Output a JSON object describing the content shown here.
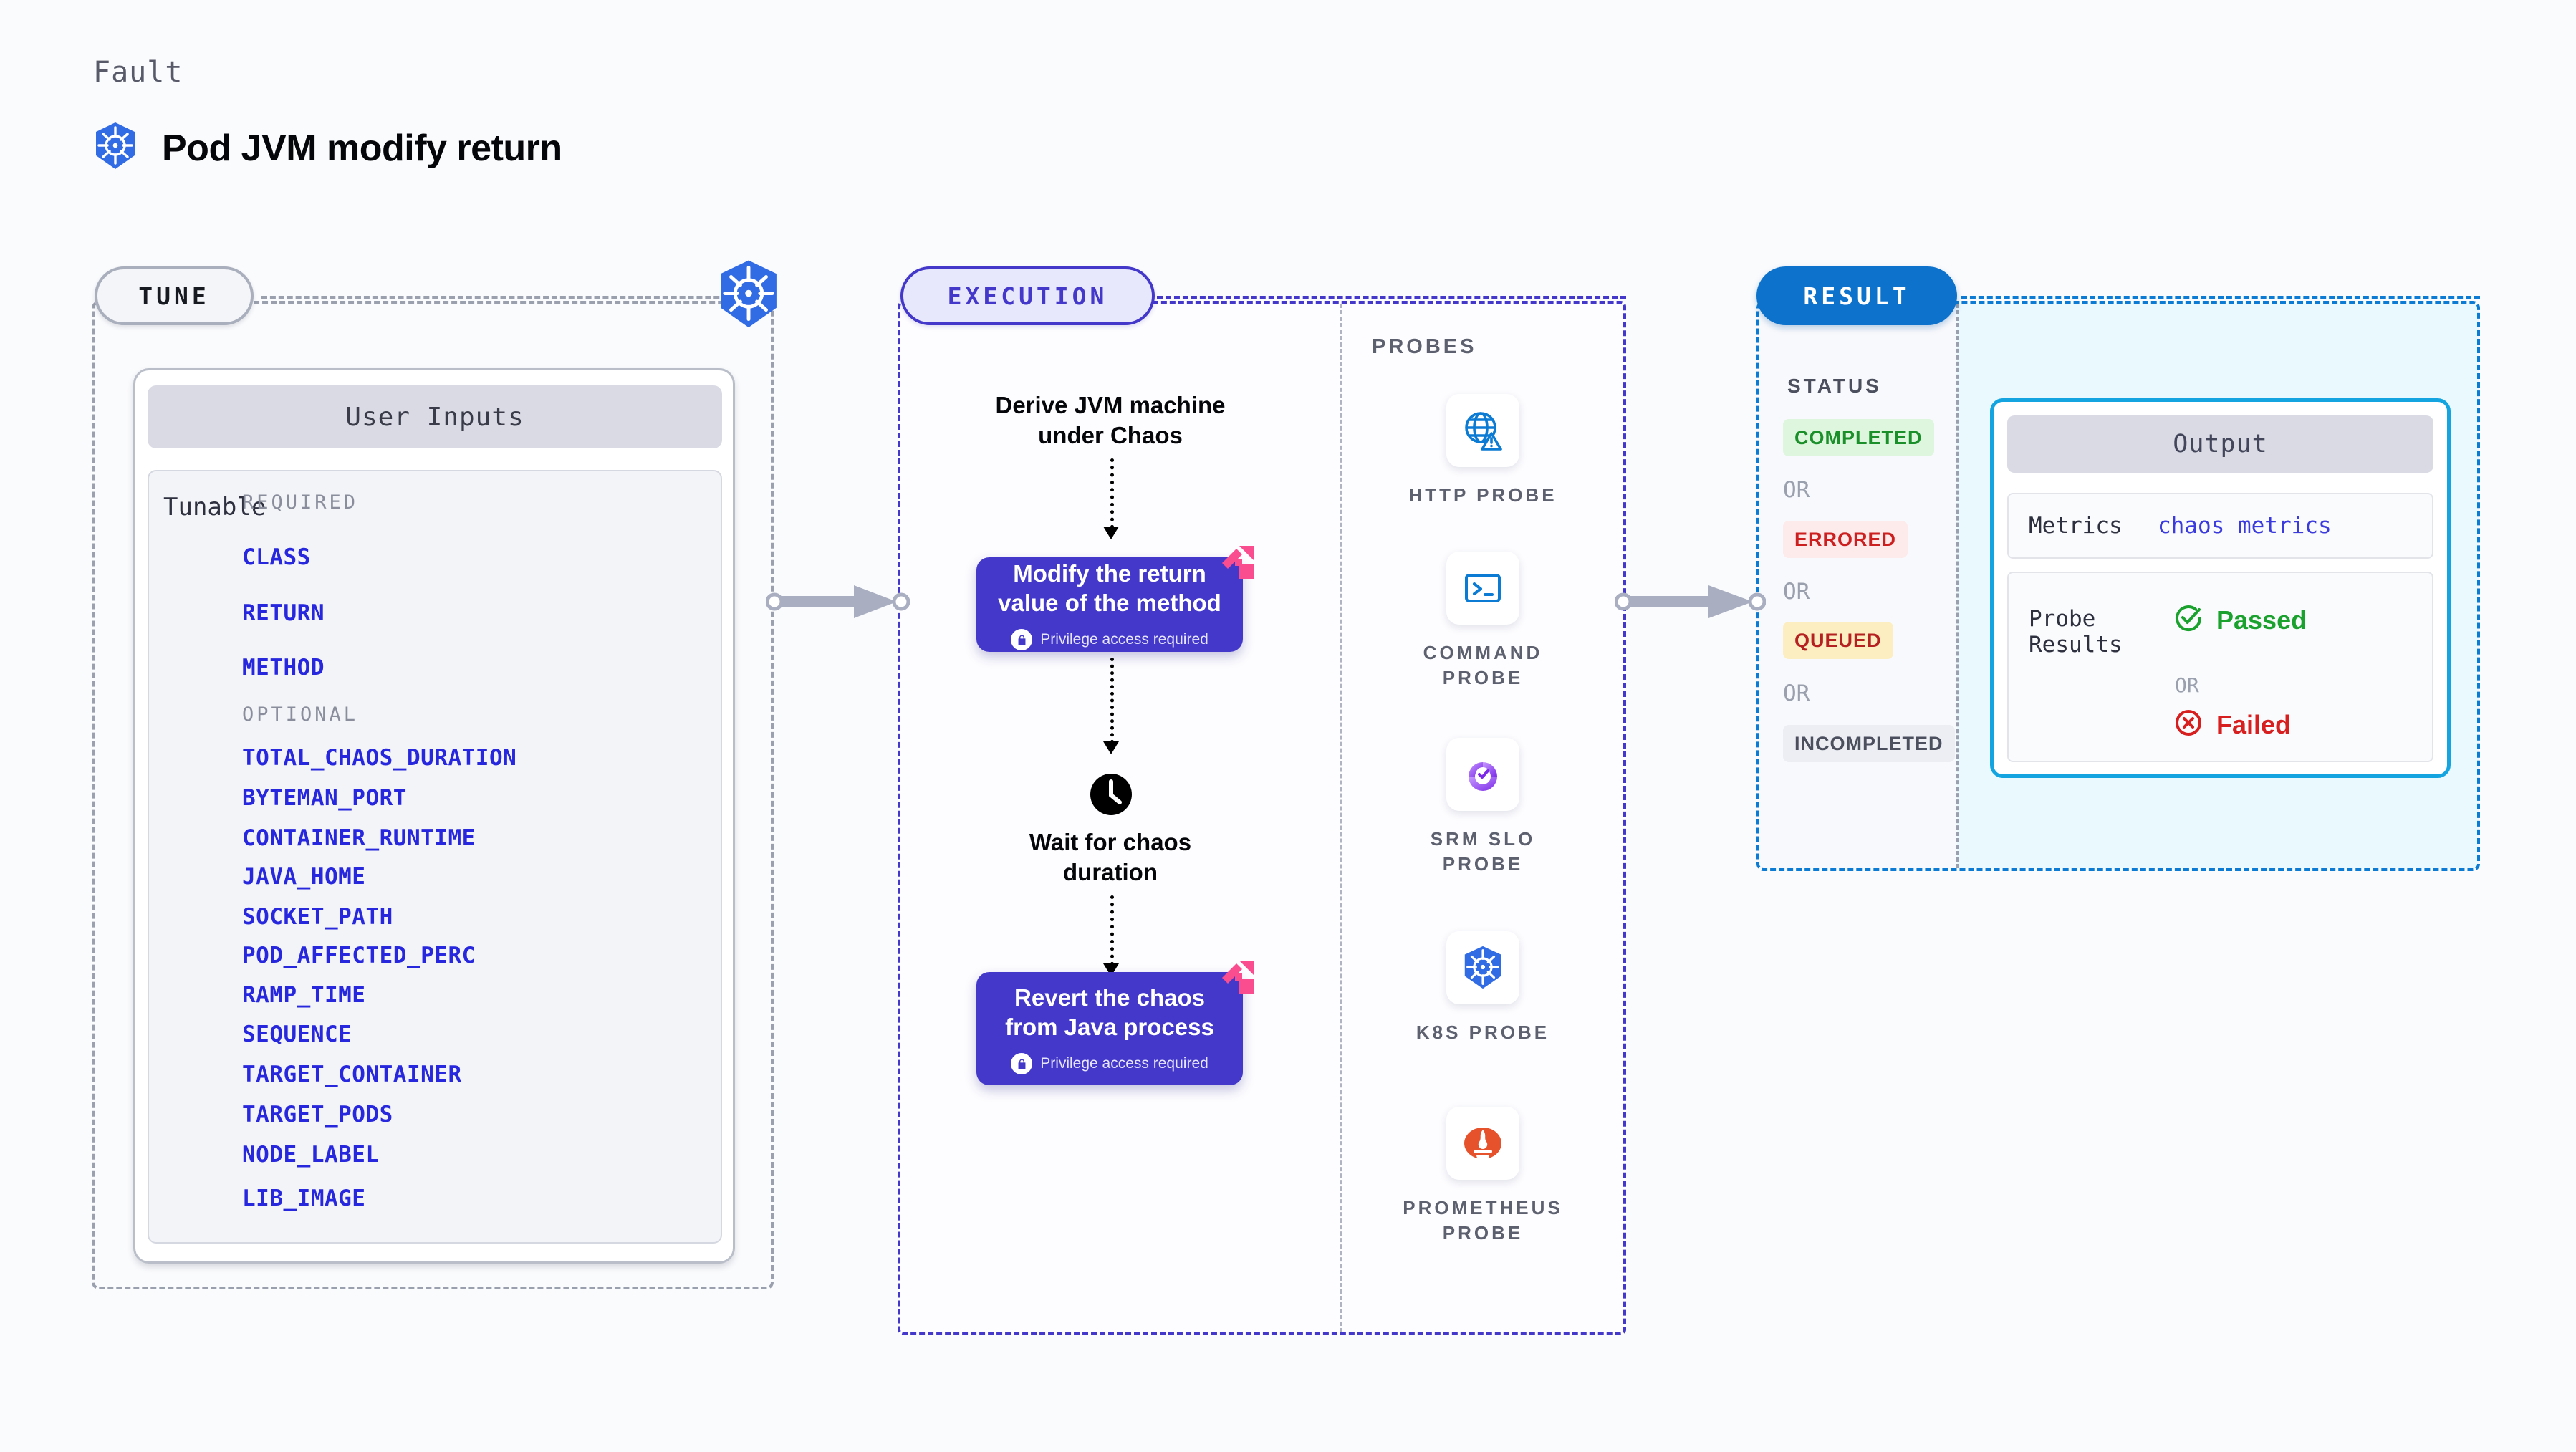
{
  "header": {
    "kicker": "Fault",
    "title": "Pod JVM modify return",
    "logo_icon": "kubernetes-icon"
  },
  "colors": {
    "accent_purple": "#4338ca",
    "accent_blue": "#0d72cc",
    "output_border": "#14a5e0",
    "param_text": "#2727dd",
    "pink_badge": "#fa4d8f",
    "status_completed": "#1a8f2a",
    "status_errored": "#cc1f1f",
    "status_queued": "#b52020",
    "status_incompleted": "#4c4f5e"
  },
  "tune": {
    "pill_label": "TUNE",
    "card_title": "User Inputs",
    "tunable_label": "Tunable",
    "groups": [
      {
        "heading": "REQUIRED",
        "params": [
          "CLASS",
          "RETURN",
          "METHOD"
        ]
      },
      {
        "heading": "OPTIONAL",
        "params": [
          "TOTAL_CHAOS_DURATION",
          "BYTEMAN_PORT",
          "CONTAINER_RUNTIME",
          "JAVA_HOME",
          "SOCKET_PATH",
          "POD_AFFECTED_PERC",
          "RAMP_TIME",
          "SEQUENCE",
          "TARGET_CONTAINER",
          "TARGET_PODS",
          "NODE_LABEL",
          "LIB_IMAGE"
        ]
      }
    ]
  },
  "execution": {
    "pill_label": "EXECUTION",
    "step1_title": "Derive JVM machine\nunder Chaos",
    "step1_line1": "Derive JVM machine",
    "step1_line2": "under Chaos",
    "step2_line1": "Modify the return",
    "step2_line2": "value of the method",
    "step2_privilege": "Privilege access required",
    "step3_line1": "Wait for chaos",
    "step3_line2": "duration",
    "step3_icon": "clock-icon",
    "step4_line1": "Revert the chaos",
    "step4_line2": "from Java process",
    "step4_privilege": "Privilege access required"
  },
  "probes": {
    "heading": "PROBES",
    "items": [
      {
        "icon": "globe-warning-icon",
        "line1": "HTTP PROBE",
        "line2": ""
      },
      {
        "icon": "terminal-icon",
        "line1": "COMMAND",
        "line2": "PROBE"
      },
      {
        "icon": "srm-slo-icon",
        "line1": "SRM SLO",
        "line2": "PROBE"
      },
      {
        "icon": "kubernetes-icon",
        "line1": "K8S PROBE",
        "line2": ""
      },
      {
        "icon": "prometheus-icon",
        "line1": "PROMETHEUS",
        "line2": "PROBE"
      }
    ]
  },
  "result": {
    "pill_label": "RESULT",
    "status_heading": "STATUS",
    "or_label": "OR",
    "statuses": [
      {
        "label": "COMPLETED",
        "bg": "#ddf6dd",
        "fg": "#1a8f2a"
      },
      {
        "label": "ERRORED",
        "bg": "#fdeaea",
        "fg": "#cc1f1f"
      },
      {
        "label": "QUEUED",
        "bg": "#fdeec2",
        "fg": "#b52020"
      },
      {
        "label": "INCOMPLETED",
        "bg": "#eceef4",
        "fg": "#4c4f5e"
      }
    ],
    "output": {
      "title": "Output",
      "metrics_label": "Metrics",
      "metrics_value": "chaos metrics",
      "probe_results_line1": "Probe",
      "probe_results_line2": "Results",
      "passed_label": "Passed",
      "failed_label": "Failed",
      "or_label": "OR"
    }
  }
}
